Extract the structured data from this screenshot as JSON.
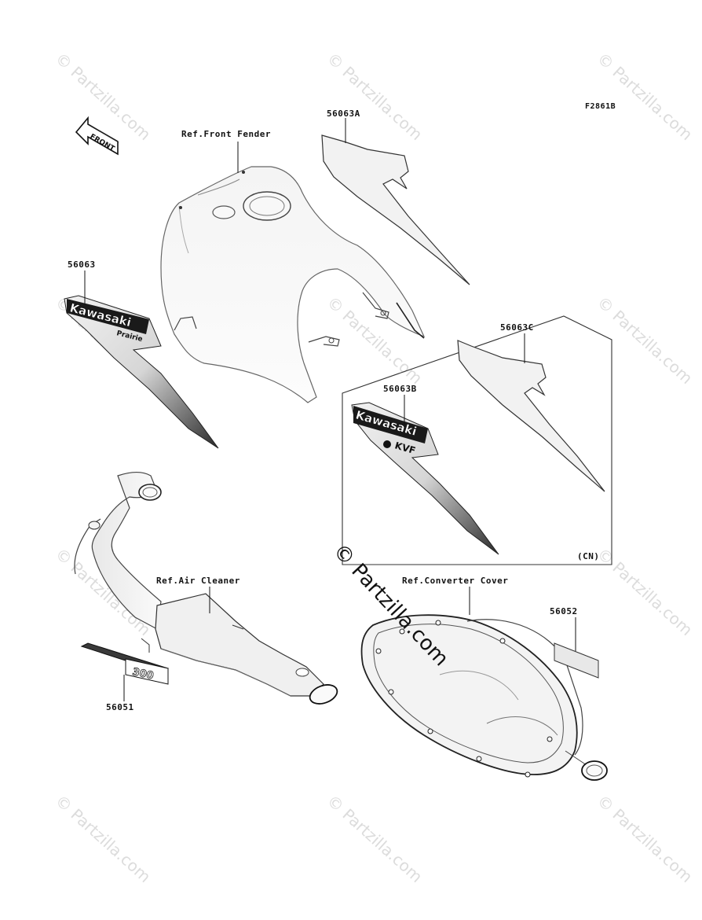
{
  "diagram": {
    "figure_code": "F2861B",
    "front_arrow_label": "FRONT",
    "labels": {
      "ref_front_fender": "Ref.Front Fender",
      "part_56063A": "56063A",
      "part_56063": "56063",
      "part_56063C": "56063C",
      "part_56063B": "56063B",
      "region_cn": "(CN)",
      "ref_air_cleaner": "Ref.Air Cleaner",
      "ref_converter_cover": "Ref.Converter Cover",
      "part_56052": "56052",
      "part_56051": "56051"
    },
    "decal_text": {
      "brand": "Kawasaki",
      "model_small": "Prairie",
      "model_kvf": "KVF",
      "engine_badge": "300"
    },
    "watermark": "© Partzilla.com",
    "watermark_main": "© Partzilla.com"
  }
}
